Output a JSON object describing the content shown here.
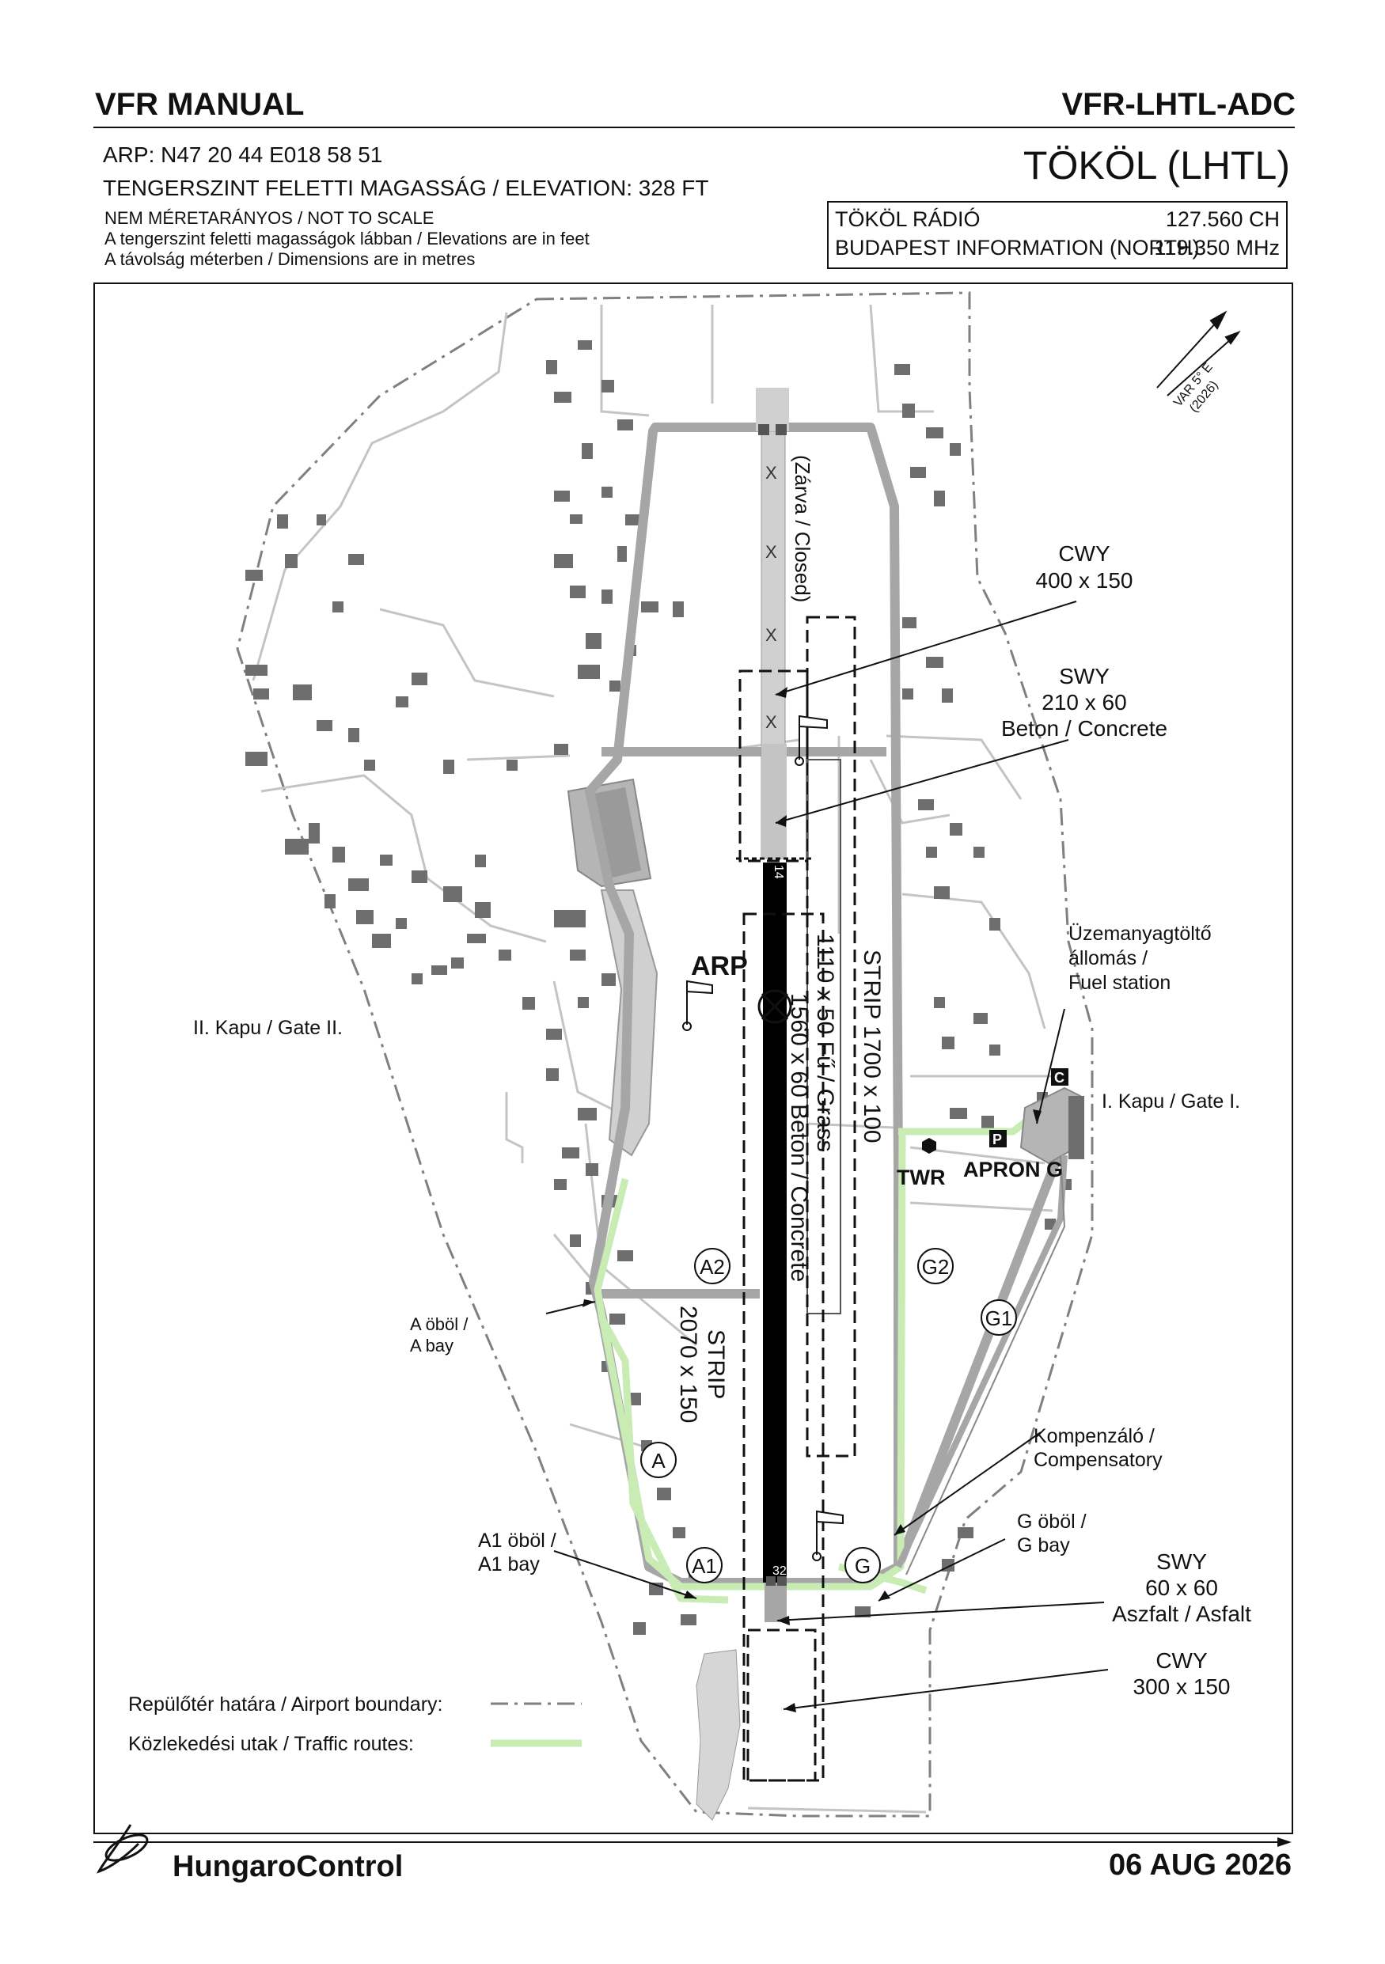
{
  "header": {
    "left": "VFR MANUAL",
    "right": "VFR-LHTL-ADC"
  },
  "info": {
    "arp": "ARP: N47 20 44  E018 58 51",
    "elevation": "TENGERSZINT FELETTI MAGASSÁG / ELEVATION: 328 FT",
    "not_to_scale": "NEM MÉRETARÁNYOS / NOT TO SCALE",
    "elev_note": "A tengerszint feletti magasságok lábban / Elevations are in feet",
    "dim_note": "A távolság méterben / Dimensions are in metres"
  },
  "airport_title": "TÖKÖL (LHTL)",
  "frequencies": [
    {
      "name": "TÖKÖL RÁDIÓ",
      "value": "127.560 CH"
    },
    {
      "name": "BUDAPEST INFORMATION (NORTH)",
      "value": "119.350 MHz"
    }
  ],
  "variation": {
    "line1": "VAR 5° E",
    "line2": "(2026)"
  },
  "map_labels": {
    "closed": "(Zárva / Closed)",
    "cwy_north": {
      "l1": "CWY",
      "l2": "400 x 150"
    },
    "swy_north": {
      "l1": "SWY",
      "l2": "210 x 60",
      "l3": "Beton / Concrete"
    },
    "fuel": {
      "l1": "Üzemanyagtöltő",
      "l2": "állomás /",
      "l3": "Fuel station"
    },
    "gate2": "II. Kapu / Gate II.",
    "gate1": "I. Kapu / Gate I.",
    "arp": "ARP",
    "runway": "1560 x 60  Beton / Concrete",
    "grass": "1110 x 50  Fű / Grass",
    "strip_east": "STRIP 1700 x 100",
    "strip_west": {
      "l1": "STRIP",
      "l2": "2070 x 150"
    },
    "rwy14": "14",
    "rwy32": "32",
    "twr": "TWR",
    "apron": "APRON G",
    "c_symbol": "C",
    "p_symbol": "P",
    "twy_a2": "A2",
    "twy_g2": "G2",
    "twy_g1": "G1",
    "twy_a": "A",
    "twy_a1": "A1",
    "twy_g": "G",
    "abay": {
      "l1": "A öböl /",
      "l2": "A bay"
    },
    "a1bay": {
      "l1": "A1 öböl /",
      "l2": "A1 bay"
    },
    "gbay": {
      "l1": "G öböl /",
      "l2": "G bay"
    },
    "compensatory": {
      "l1": "Kompenzáló /",
      "l2": "Compensatory"
    },
    "swy_south": {
      "l1": "SWY",
      "l2": "60 x 60",
      "l3": "Aszfalt / Asfalt"
    },
    "cwy_south": {
      "l1": "CWY",
      "l2": "300 x 150"
    }
  },
  "legend": {
    "boundary": "Repülőtér határa / Airport boundary:",
    "traffic": "Közlekedési utak / Traffic routes:"
  },
  "colors": {
    "runway": "#000000",
    "taxiway": "#a6a6a6",
    "traffic_route": "#c8ecb4",
    "building": "#6e6e6e",
    "road": "#bdbdbd",
    "boundary": "#808080"
  },
  "footer": {
    "logo_text": "HungaroControl",
    "date": "06 AUG 2026"
  }
}
